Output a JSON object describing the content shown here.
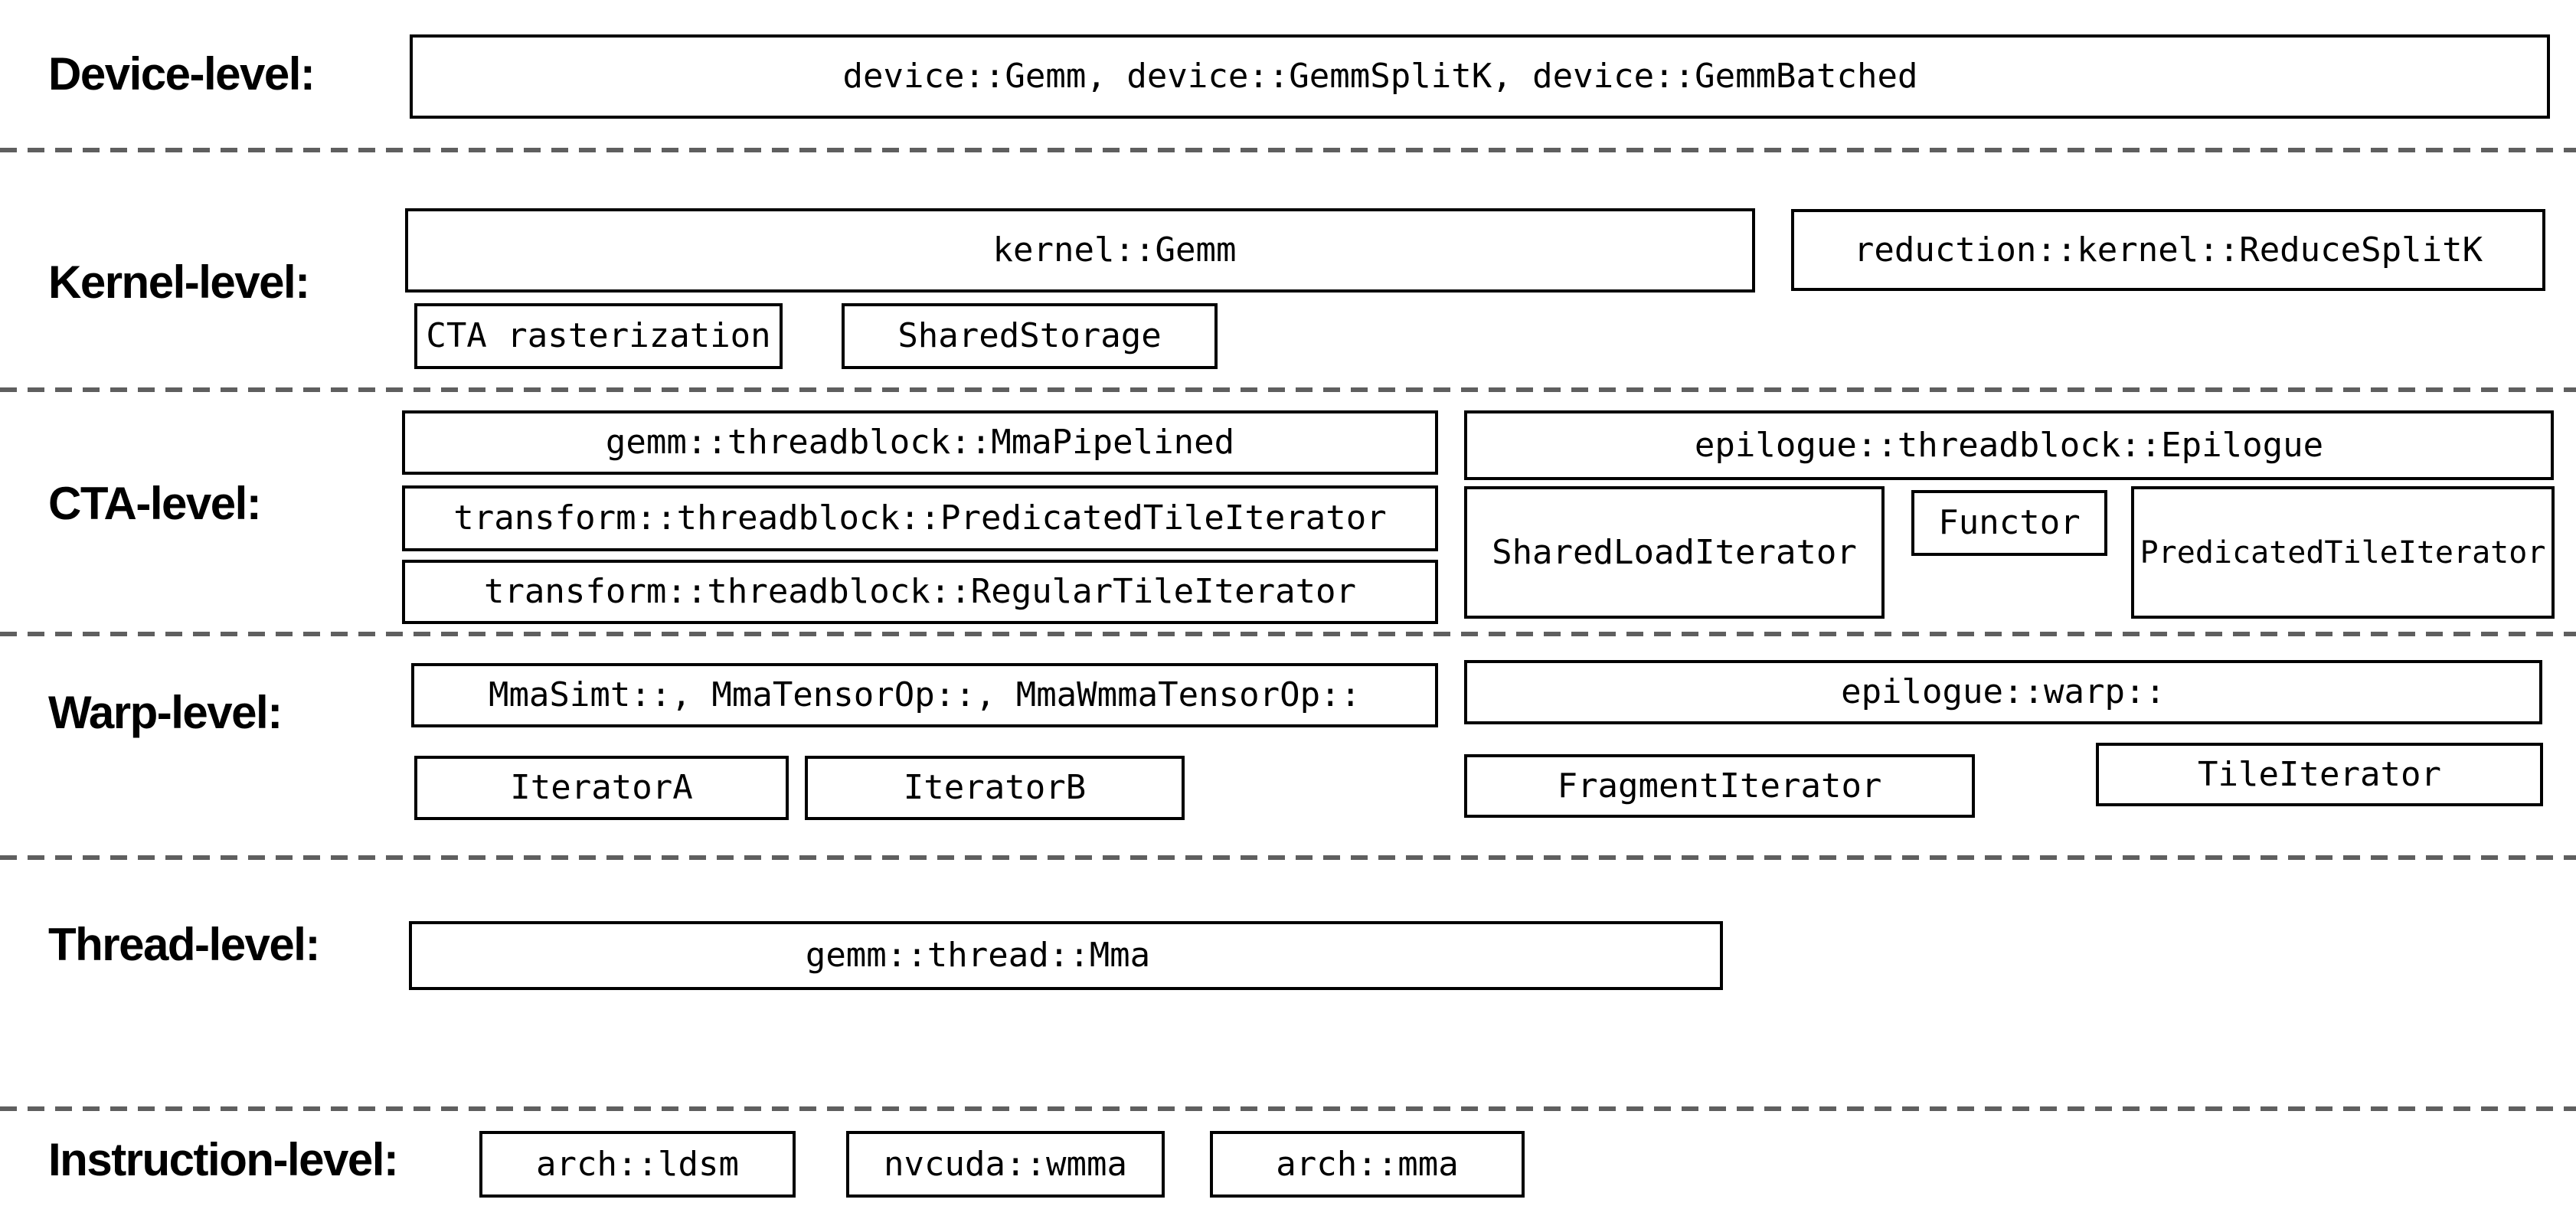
{
  "diagram": {
    "levels": [
      {
        "label": "Device-level:",
        "boxes": [
          {
            "label": "device::Gemm, device::GemmSplitK, device::GemmBatched"
          }
        ]
      },
      {
        "label": "Kernel-level:",
        "boxes": [
          {
            "label": "kernel::Gemm"
          },
          {
            "label": "reduction::kernel::ReduceSplitK"
          },
          {
            "label": "CTA rasterization"
          },
          {
            "label": "SharedStorage"
          }
        ]
      },
      {
        "label": "CTA-level:",
        "boxes": [
          {
            "label": "gemm::threadblock::MmaPipelined"
          },
          {
            "label": "transform::threadblock::PredicatedTileIterator"
          },
          {
            "label": "transform::threadblock::RegularTileIterator"
          },
          {
            "label": "epilogue::threadblock::Epilogue"
          },
          {
            "label": "SharedLoadIterator"
          },
          {
            "label": "Functor"
          },
          {
            "label": "PredicatedTileIterator"
          }
        ]
      },
      {
        "label": "Warp-level:",
        "boxes": [
          {
            "label": "MmaSimt::, MmaTensorOp::, MmaWmmaTensorOp::"
          },
          {
            "label": "IteratorA"
          },
          {
            "label": "IteratorB"
          },
          {
            "label": "epilogue::warp::"
          },
          {
            "label": "FragmentIterator"
          },
          {
            "label": "TileIterator"
          }
        ]
      },
      {
        "label": "Thread-level:",
        "boxes": [
          {
            "label": "gemm::thread::Mma"
          }
        ]
      },
      {
        "label": "Instruction-level:",
        "boxes": [
          {
            "label": "arch::ldsm"
          },
          {
            "label": "nvcuda::wmma"
          },
          {
            "label": "arch::mma"
          }
        ]
      }
    ],
    "colors": {
      "border": "#000000",
      "text": "#000000",
      "separator": "#5f5f5f",
      "background": "#ffffff"
    }
  }
}
